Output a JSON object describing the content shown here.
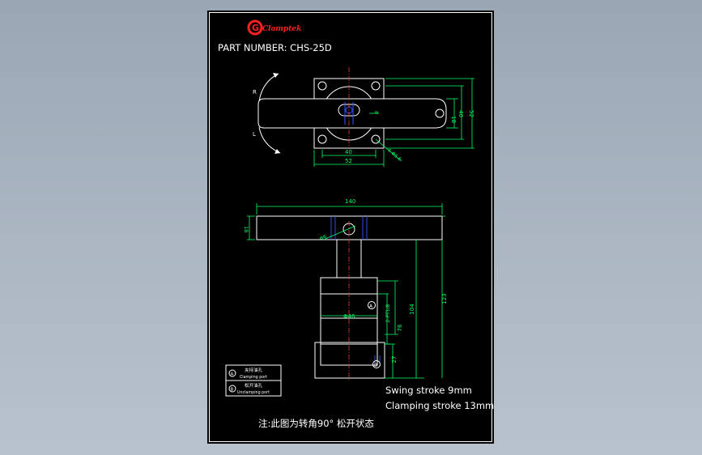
{
  "brand": {
    "logo_letter": "G",
    "name": "Clamptek"
  },
  "part_number": "PART NUMBER: CHS-25D",
  "top_view": {
    "rotation_right": "R",
    "rotation_left": "L",
    "dims": {
      "inner_width": "40",
      "outer_width": "52",
      "arm_width": "18",
      "inner_height": "40",
      "outer_height": "52",
      "hole": "4-Φ5.6",
      "slot": "8"
    }
  },
  "side_view": {
    "dims": {
      "arm_length": "140",
      "arm_height": "18",
      "pin": "Φ6",
      "body_diameter": "Φ46",
      "port": "2-PT1/8",
      "d76": "76",
      "d104": "104",
      "d123": "123",
      "d27": "27"
    },
    "port_a_marker": "A",
    "port_b_marker": "B"
  },
  "legend": [
    {
      "marker": "A",
      "zh": "夹持油孔",
      "en": "Clamping port"
    },
    {
      "marker": "B",
      "zh": "松开油孔",
      "en": "Unclamping port"
    }
  ],
  "specs": {
    "swing_stroke": "Swing stroke 9mm",
    "clamping_stroke": "Clamping stroke 13mm"
  },
  "footnote": "注:此图为转角90° 松开状态",
  "colors": {
    "outline": "#ffffff",
    "dimension": "#00ff66",
    "hidden": "#3355ff",
    "logo": "#ff2020",
    "background": "#000000"
  }
}
